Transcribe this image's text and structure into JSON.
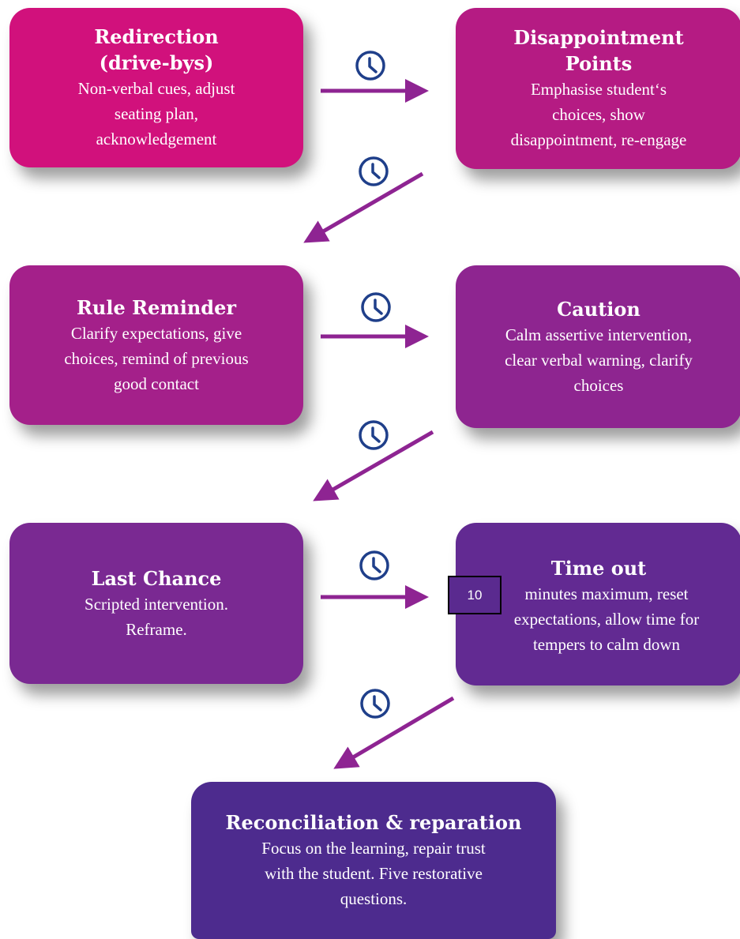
{
  "boxes": [
    {
      "title": "Redirection\n(drive-bys)",
      "desc": "Non-verbal cues, adjust\nseating plan,\nacknowledgement"
    },
    {
      "title": "Disappointment\nPoints",
      "desc": "Emphasise student‘s\nchoices, show\ndisappointment, re-engage"
    },
    {
      "title": "Rule Reminder",
      "desc": "Clarify expectations, give\nchoices, remind of previous\ngood contact"
    },
    {
      "title": "Caution",
      "desc": "Calm assertive intervention,\nclear verbal warning, clarify\nchoices"
    },
    {
      "title": "Last Chance",
      "desc": "Scripted intervention.\nReframe."
    },
    {
      "title": "Time out",
      "desc": "minutes maximum, reset\nexpectations, allow time for\ntempers to calm down"
    },
    {
      "title": "Reconciliation & reparation",
      "desc": "Focus on the learning, repair trust\nwith the student. Five restorative\nquestions."
    }
  ],
  "badge": "10",
  "icons": {
    "clock": "clock-icon",
    "arrow": "arrow-icon"
  },
  "colors": {
    "box1": "#d1117c",
    "box2": "#b51b83",
    "box3": "#a4208a",
    "box4": "#8e2590",
    "box5": "#7a2992",
    "box6": "#622a92",
    "box7": "#4d2b8e",
    "arrow": "#8e2492",
    "clock": "#1f3f8a"
  }
}
